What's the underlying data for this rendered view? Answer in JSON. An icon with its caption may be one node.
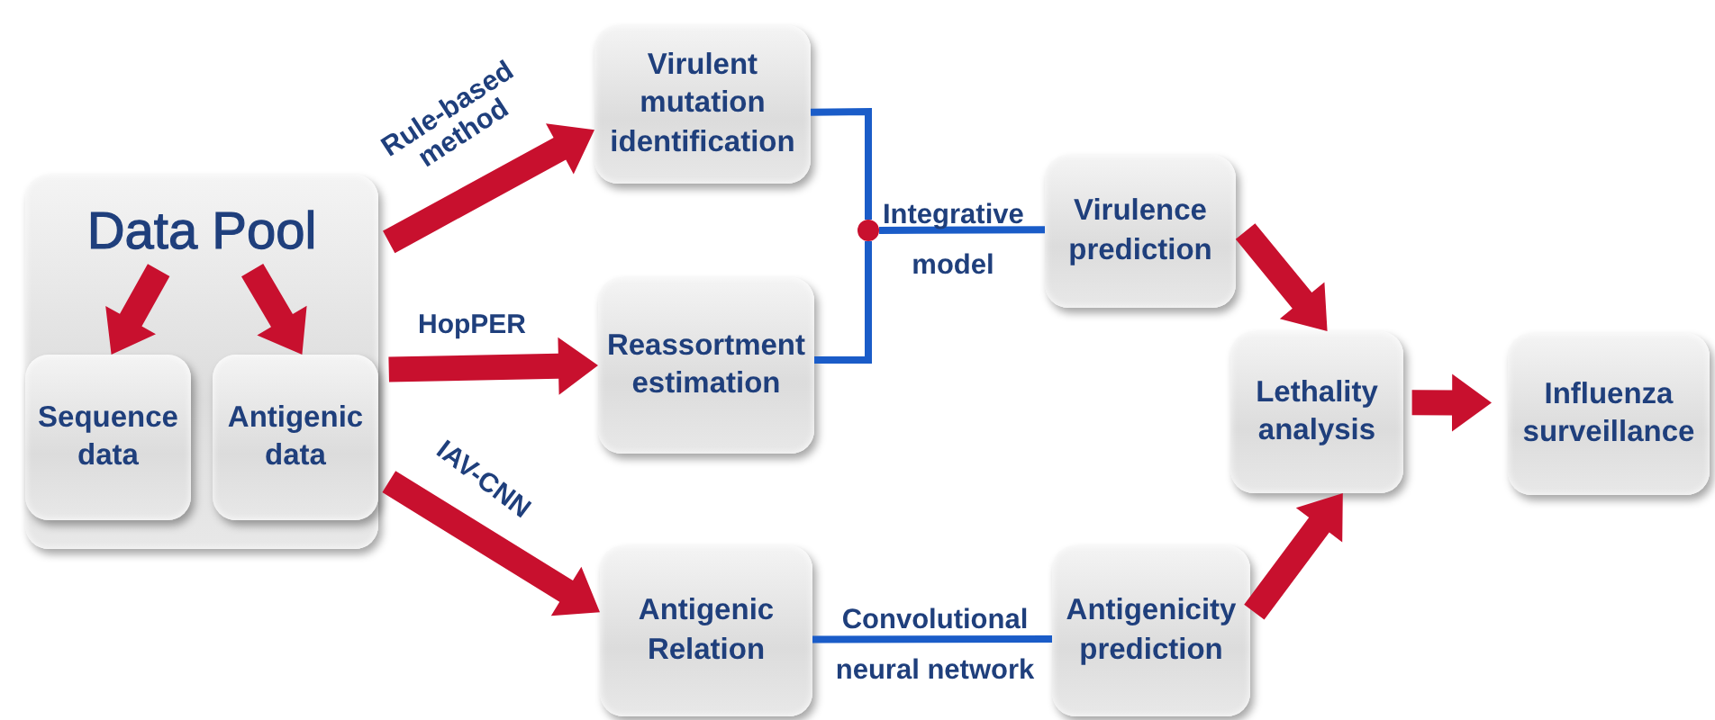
{
  "diagram": {
    "nodes": [
      {
        "text": [
          "Data Pool"
        ]
      },
      {
        "text": [
          "Sequence data"
        ],
        "in": 0
      },
      {
        "text": [
          "Antigenic data"
        ],
        "in": 0
      },
      {
        "text": [
          "Virulent mutation identification"
        ]
      },
      {
        "text": [
          "Reassortment estimation"
        ]
      },
      {
        "text": [
          "Antigenic Relation"
        ]
      },
      {
        "text": [],
        "shape": "circle"
      },
      {
        "text": [
          "Virulence prediction"
        ]
      },
      {
        "text": [
          "Lethality analysis"
        ]
      },
      {
        "text": [
          "Antigenicity prediction"
        ]
      },
      {
        "text": [
          "Influenza surveillance"
        ]
      }
    ],
    "edges": [
      {
        "from": 0,
        "to": 1,
        "arrow": "to",
        "style": "thick"
      },
      {
        "from": 0,
        "to": 2,
        "arrow": "to",
        "style": "thick"
      },
      {
        "from": 0,
        "to": 3,
        "arrow": "to",
        "style": "thick",
        "label": "Rule-based method"
      },
      {
        "from": 0,
        "to": 4,
        "arrow": "to",
        "style": "thick",
        "label": "HopPER"
      },
      {
        "from": 0,
        "to": 5,
        "arrow": "to",
        "style": "thick",
        "label": "IAV-CNN"
      },
      {
        "from": 3,
        "to": 6,
        "arrow": "none",
        "color": "#1a5cc8"
      },
      {
        "from": 4,
        "to": 6,
        "arrow": "none",
        "color": "#1a5cc8"
      },
      {
        "from": 6,
        "to": 7,
        "arrow": "none",
        "color": "#1a5cc8",
        "label": "Integrative model"
      },
      {
        "from": 5,
        "to": 9,
        "arrow": "none",
        "color": "#1a5cc8",
        "label": "Convolutional neural network"
      },
      {
        "from": 7,
        "to": 8,
        "arrow": "to",
        "style": "thick"
      },
      {
        "from": 9,
        "to": 8,
        "arrow": "to",
        "style": "thick"
      },
      {
        "from": 8,
        "to": 10,
        "arrow": "to",
        "style": "thick"
      }
    ]
  }
}
